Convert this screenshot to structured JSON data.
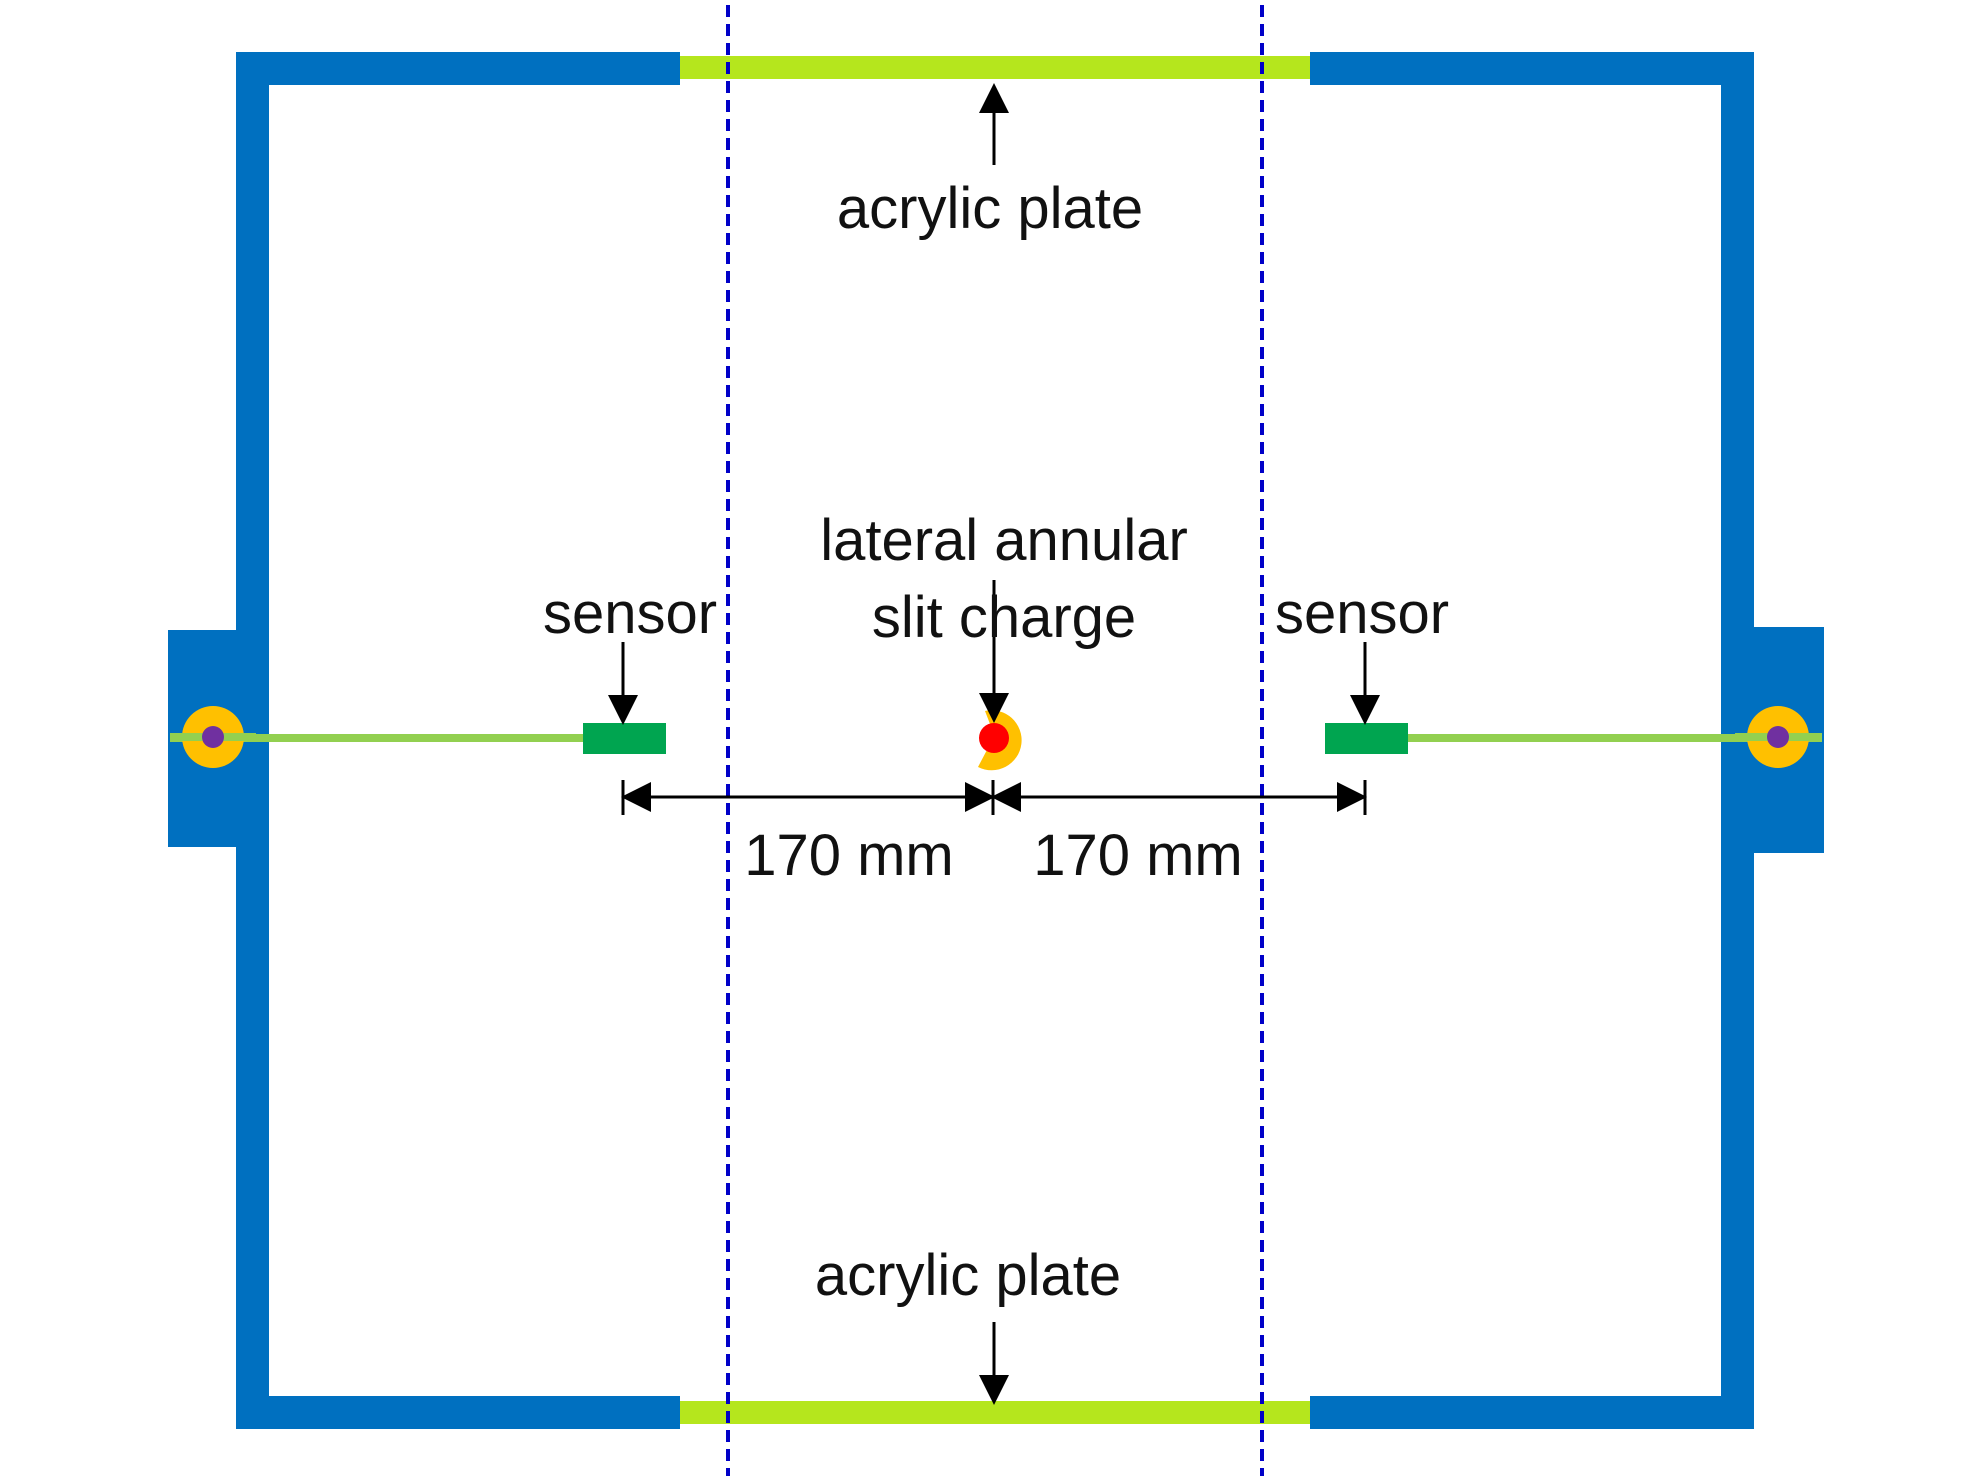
{
  "labels": {
    "acrylic_plate_top": "acrylic plate",
    "acrylic_plate_bottom": "acrylic plate",
    "charge_line1": "lateral annular",
    "charge_line2": "slit charge",
    "sensor_left": "sensor",
    "sensor_right": "sensor",
    "distance_left": "170 mm",
    "distance_right": "170 mm"
  },
  "colors": {
    "frame": "#0070C0",
    "acrylic_plate": "#B5E61D",
    "dashed_line": "#0000C8",
    "sensor": "#00A550",
    "sensor_rod": "#92D050",
    "charge_core": "#FF0000",
    "charge_ring": "#FFC000",
    "anchor_ring": "#FFC000",
    "anchor_center": "#7030A0",
    "dimension": "#000000"
  }
}
